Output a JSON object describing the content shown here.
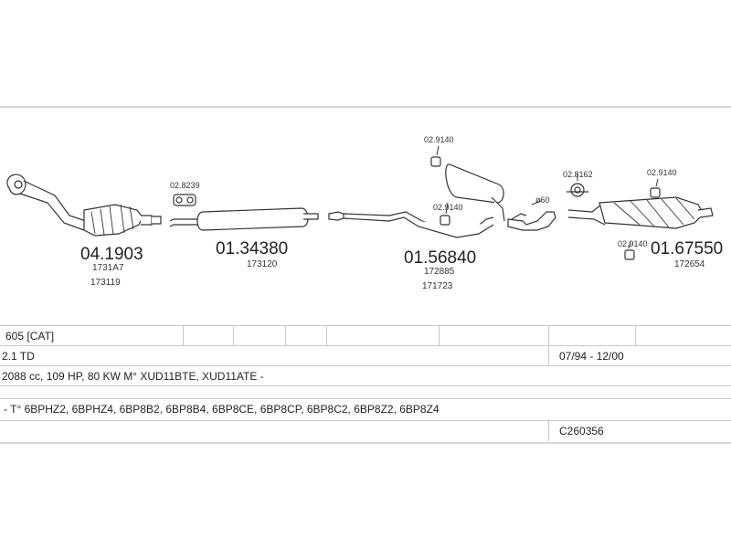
{
  "parts": [
    {
      "part_no": "04.1903",
      "refs": [
        "1731A7",
        "173119"
      ]
    },
    {
      "part_no": "01.34380",
      "refs": [
        "173120"
      ]
    },
    {
      "part_no": "01.56840",
      "refs": [
        "172885",
        "171723"
      ]
    },
    {
      "part_no": "01.67550",
      "refs": [
        "172654"
      ]
    }
  ],
  "fittings": [
    "02.8239",
    "02.9140",
    "02.9140",
    "02.8162",
    "02.9140",
    "02.9140"
  ],
  "pipe_dia": "ø60",
  "table": {
    "model": "605  [CAT]",
    "engine": "2.1 TD",
    "years": "07/94 - 12/00",
    "specs": "2088 cc, 109 HP, 80 KW M° XUD11BTE, XUD11ATE -",
    "types": "- T° 6BPHZ2, 6BPHZ4, 6BP8B2, 6BP8B4, 6BP8CE, 6BP8CP, 6BP8C2, 6BP8Z2, 6BP8Z4",
    "code": "C260356"
  },
  "colors": {
    "line": "#333333",
    "fill": "#ffffff",
    "shade": "#cfcfcf"
  }
}
